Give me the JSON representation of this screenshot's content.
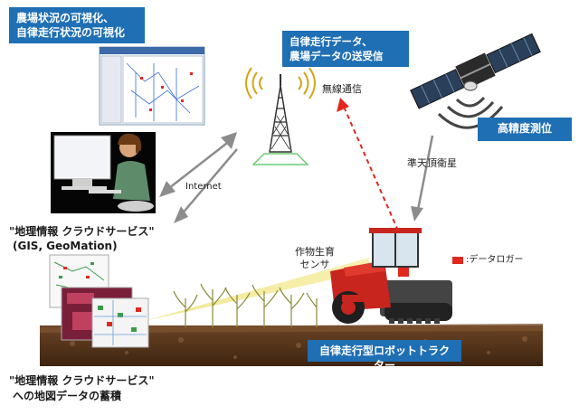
{
  "labels": {
    "farm_visualization": "農場状況の可視化、\n自律走行状況の可視化",
    "data_transmission": "自律走行データ、\n農場データの送受信",
    "high_precision_positioning": "高精度測位",
    "robot_tractor": "自律走行型ロボットトラクター",
    "cloud_service_top": "\"地理情報 クラウドサービス\"",
    "cloud_service_top_sub": "(GIS, GeoMation)",
    "cloud_service_bottom": "\"地理情報 クラウドサービス\"",
    "cloud_service_bottom_sub": "への地図データの蓄積",
    "wireless": "無線通信",
    "qzss": "準天頂衛星",
    "internet": "Internet",
    "crop_sensor": "作物生育\nセンサ",
    "data_logger": ":データロガー"
  },
  "colors": {
    "label_bg": "#1f6fb4",
    "red_arrow": "#e0281f",
    "grey_arrow": "#8c8c8c",
    "tractor_red": "#c8251e",
    "sensor_beam": "#f3ec9a",
    "soil": "#5b3a1e"
  },
  "icons": [
    "satellite-icon",
    "radio-tower-icon",
    "operator-workstation-icon",
    "gis-screenshot-icon",
    "map-stack-icon",
    "tractor-icon",
    "crop-plant-icon",
    "logger-square-icon"
  ]
}
